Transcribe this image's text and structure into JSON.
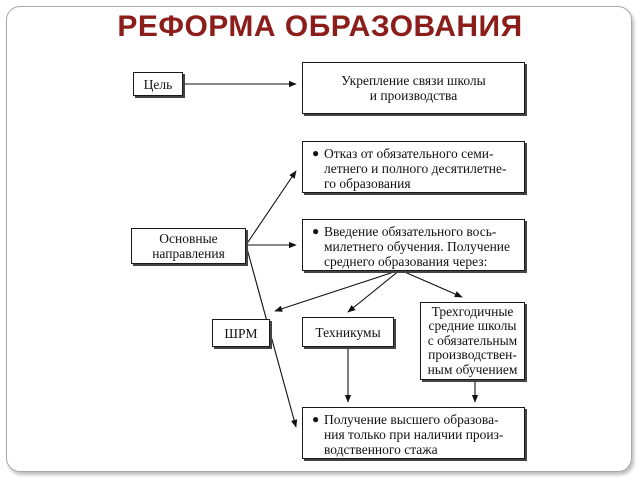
{
  "title": "РЕФОРМА ОБРАЗОВАНИЯ",
  "nodes": {
    "goal_label": "Цель",
    "goal": "Укрепление связи школы\nи производства",
    "directions": "Основные\nнаправления",
    "item1": "Отказ от обязательного семи-\nлетнего и полного десятилетне-\nго образования",
    "item2": "Введение обязательного вось-\nмилетнего обучения. Получение\nсреднего образования через:",
    "shrm": "ШРМ",
    "technikums": "Техникумы",
    "schools": "Трехгодичные\nсредние школы\nс обязательным\nпроизводствен-\nным обучением",
    "higher": "Получение высшего образова-\nния только при наличии произ-\nводственного стажа"
  },
  "bullet_symbol": "●"
}
